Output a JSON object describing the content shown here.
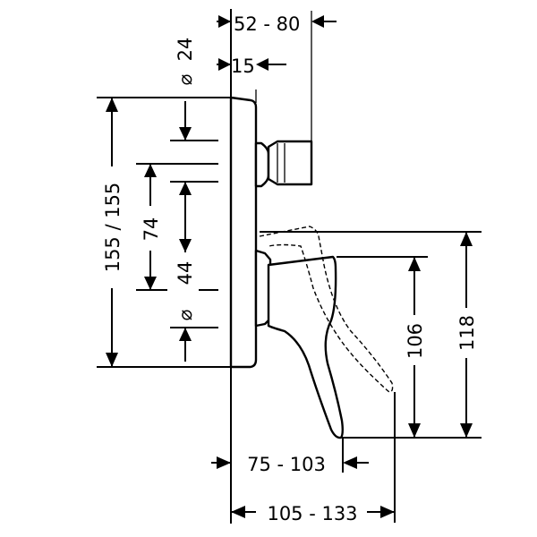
{
  "dimensions": {
    "top_depth": "52 - 80",
    "plate_thickness": "15",
    "outlet_diameter": "24",
    "outlet_diameter_symbol": "⌀",
    "total_height": "155 / 155",
    "spacing_74": "74",
    "spacing_44": "44",
    "lower_diameter_symbol": "⌀",
    "handle_height_106": "106",
    "handle_height_118": "118",
    "projection_small": "75 - 103",
    "projection_large": "105 - 133"
  }
}
